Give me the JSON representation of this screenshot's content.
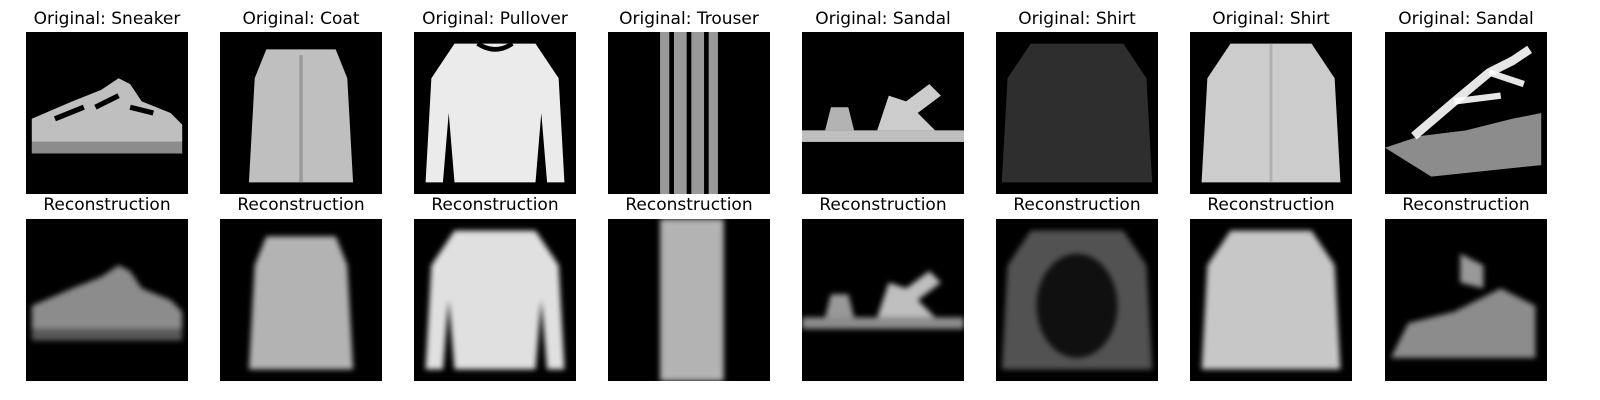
{
  "figure": {
    "background": "#ffffff",
    "image_background": "#000000",
    "image_foreground": "#ffffff",
    "rows": [
      {
        "row": "original",
        "panels": [
          {
            "title": "Original: Sneaker",
            "item": "sneaker"
          },
          {
            "title": "Original: Coat",
            "item": "coat"
          },
          {
            "title": "Original: Pullover",
            "item": "pullover"
          },
          {
            "title": "Original: Trouser",
            "item": "trouser"
          },
          {
            "title": "Original: Sandal",
            "item": "sandal-flat"
          },
          {
            "title": "Original: Shirt",
            "item": "shirt-dark"
          },
          {
            "title": "Original: Shirt",
            "item": "shirt-light"
          },
          {
            "title": "Original: Sandal",
            "item": "sandal-wedge"
          }
        ]
      },
      {
        "row": "reconstruction",
        "panels": [
          {
            "title": "Reconstruction",
            "item": "sneaker"
          },
          {
            "title": "Reconstruction",
            "item": "coat"
          },
          {
            "title": "Reconstruction",
            "item": "pullover"
          },
          {
            "title": "Reconstruction",
            "item": "trouser"
          },
          {
            "title": "Reconstruction",
            "item": "sandal-flat"
          },
          {
            "title": "Reconstruction",
            "item": "shirt-dark"
          },
          {
            "title": "Reconstruction",
            "item": "shirt-light"
          },
          {
            "title": "Reconstruction",
            "item": "sandal-wedge"
          }
        ]
      }
    ]
  }
}
